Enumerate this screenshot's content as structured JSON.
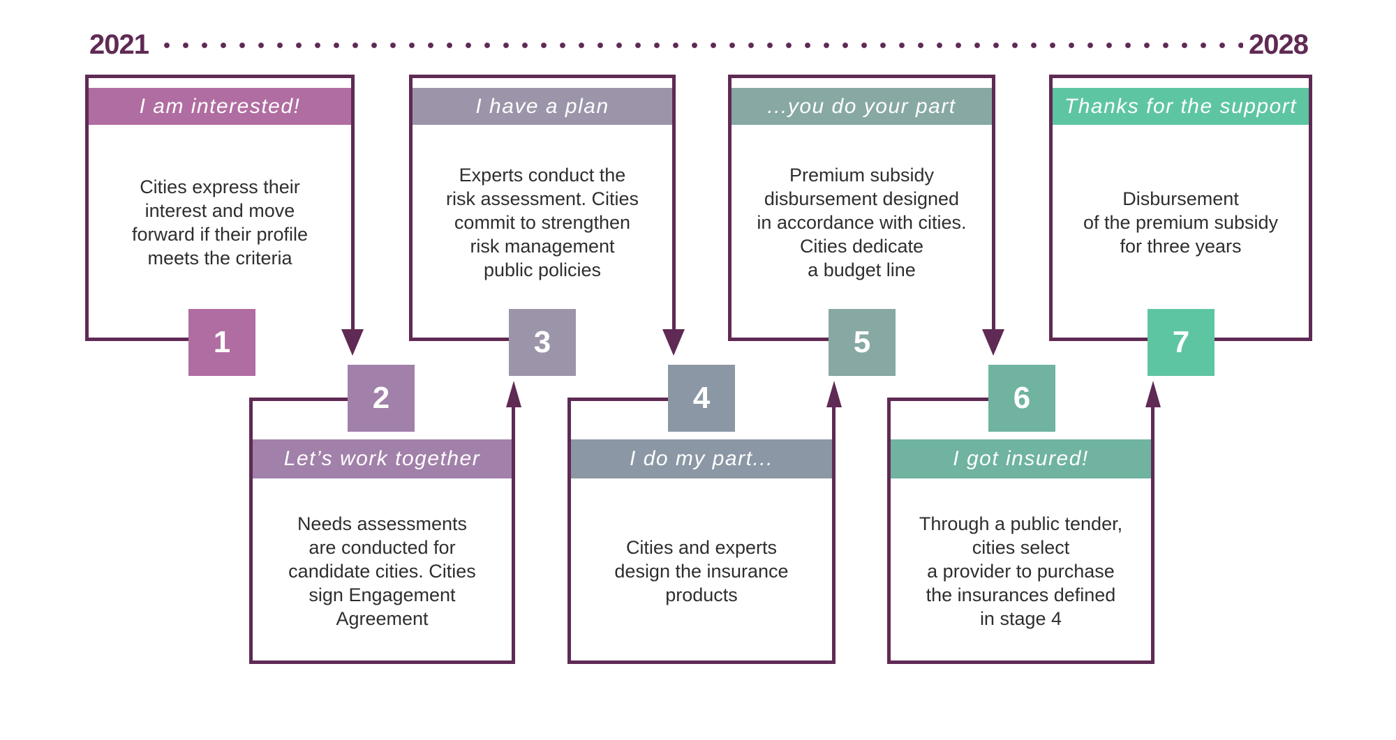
{
  "palette": {
    "outline": "#5f2a54",
    "body_text": "#2e2e2e",
    "header_text": "#ffffff",
    "stage_colors": [
      "#b06da1",
      "#a180a9",
      "#9c95aa",
      "#8b97a4",
      "#87a8a3",
      "#6fb3a0",
      "#5ec5a3"
    ]
  },
  "timeline": {
    "start_year": "2021",
    "end_year": "2028"
  },
  "stages": [
    {
      "number": "1",
      "row": "top",
      "title": "I am interested!",
      "body": "Cities express their\ninterest and move\nforward if their profile\nmeets the criteria",
      "color": "#b06da1"
    },
    {
      "number": "2",
      "row": "bottom",
      "title": "Let’s work together",
      "body": "Needs assessments\nare conducted for\ncandidate cities. Cities\nsign Engagement\nAgreement",
      "color": "#a180a9"
    },
    {
      "number": "3",
      "row": "top",
      "title": "I have a plan",
      "body": "Experts conduct the\nrisk assessment. Cities\ncommit to strengthen\nrisk management\npublic policies",
      "color": "#9c95aa"
    },
    {
      "number": "4",
      "row": "bottom",
      "title": "I do my part...",
      "body": "Cities and experts\ndesign the insurance\nproducts",
      "color": "#8b97a4"
    },
    {
      "number": "5",
      "row": "top",
      "title": "...you do your part",
      "body": "Premium subsidy\ndisbursement designed\nin accordance with cities.\nCities dedicate\na budget line",
      "color": "#87a8a3"
    },
    {
      "number": "6",
      "row": "bottom",
      "title": "I got insured!",
      "body": "Through a public tender,\ncities select\na provider to purchase\nthe insurances defined\nin stage 4",
      "color": "#6fb3a0"
    },
    {
      "number": "7",
      "row": "top",
      "title": "Thanks for the support",
      "body": "Disbursement\nof the premium subsidy\nfor three years",
      "color": "#5ec5a3"
    }
  ]
}
